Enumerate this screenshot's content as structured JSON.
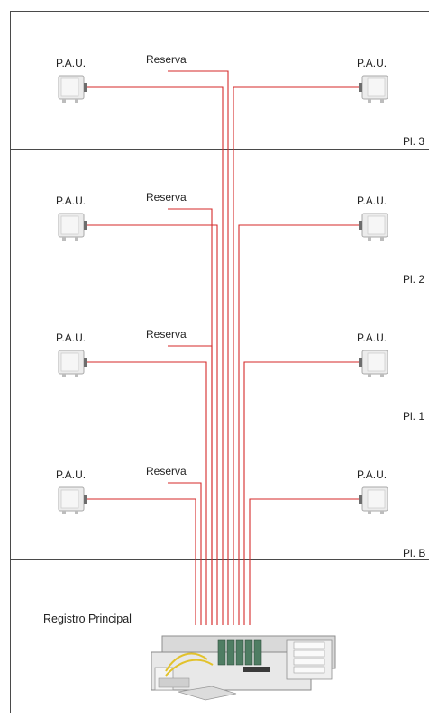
{
  "colors": {
    "line": "#d42a2a",
    "border": "#4a4a4a",
    "box_fill": "#ececec",
    "box_edge": "#a9a9a9"
  },
  "labels": {
    "pau": "P.A.U.",
    "reserve": "Reserva",
    "main_register": "Registro Principal"
  },
  "floors": [
    {
      "label": "Pl. 3"
    },
    {
      "label": "Pl. 2"
    },
    {
      "label": "Pl. 1"
    },
    {
      "label": "Pl. B"
    }
  ]
}
